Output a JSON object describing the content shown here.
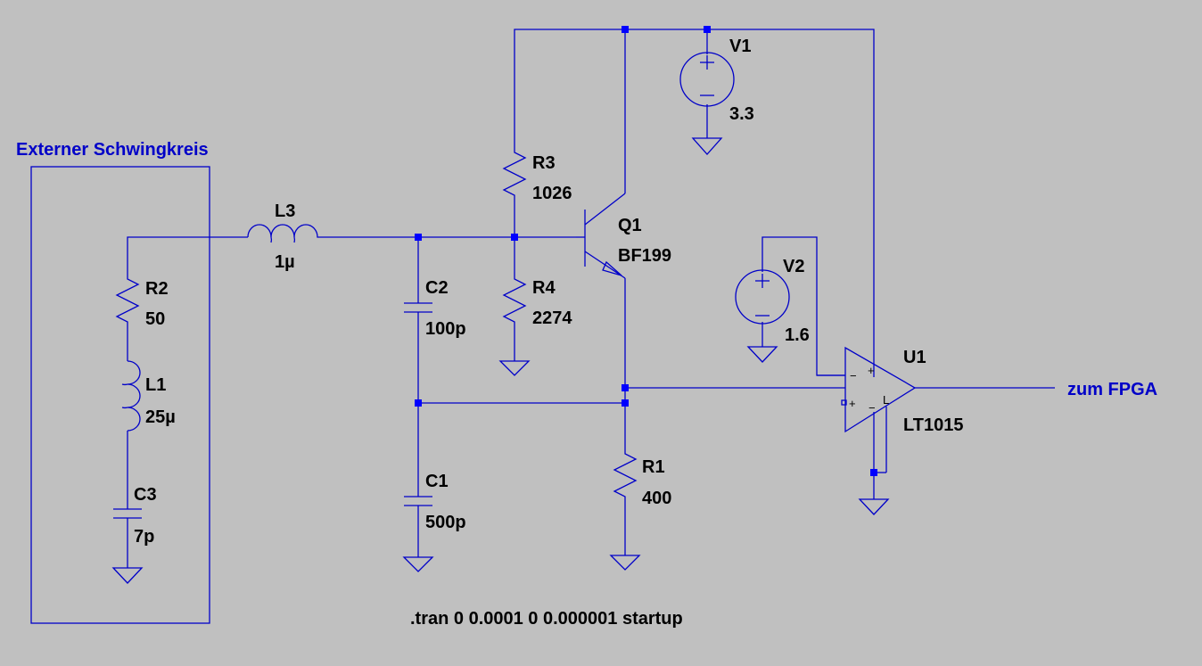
{
  "annotations": {
    "frame_title": "Externer Schwingkreis",
    "output_net": "zum FPGA",
    "directive": ".tran 0 0.0001 0 0.000001 startup"
  },
  "components": {
    "R1": {
      "name": "R1",
      "value": "400"
    },
    "R2": {
      "name": "R2",
      "value": "50"
    },
    "R3": {
      "name": "R3",
      "value": "1026"
    },
    "R4": {
      "name": "R4",
      "value": "2274"
    },
    "L1": {
      "name": "L1",
      "value": "25µ"
    },
    "L3": {
      "name": "L3",
      "value": "1µ"
    },
    "C1": {
      "name": "C1",
      "value": "500p"
    },
    "C2": {
      "name": "C2",
      "value": "100p"
    },
    "C3": {
      "name": "C3",
      "value": "7p"
    },
    "Q1": {
      "name": "Q1",
      "value": "BF199"
    },
    "V1": {
      "name": "V1",
      "value": "3.3"
    },
    "V2": {
      "name": "V2",
      "value": "1.6"
    },
    "U1": {
      "name": "U1",
      "value": "LT1015"
    }
  },
  "opamp_pins": {
    "inv": "−",
    "noninv": "+",
    "latch": "L"
  },
  "colors": {
    "background": "#c0c0c0",
    "wire": "#0000c8",
    "node": "#0000ff",
    "text": "#000000"
  }
}
